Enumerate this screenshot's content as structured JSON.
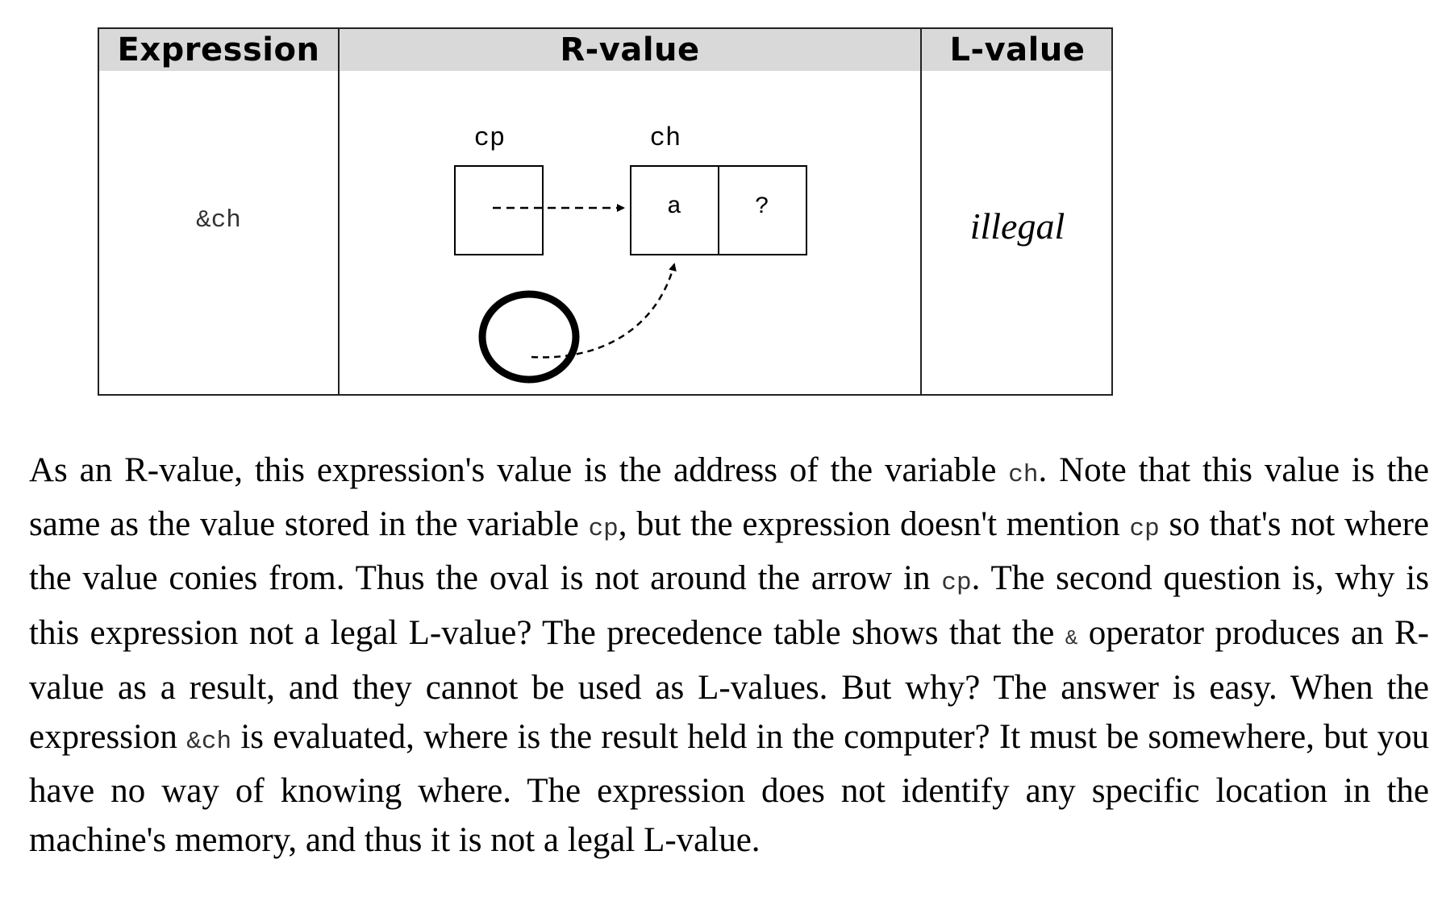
{
  "table": {
    "headers": {
      "expression": "Expression",
      "rvalue": "R-value",
      "lvalue": "L-value"
    },
    "expression": "&ch",
    "lvalue": "illegal",
    "diagram": {
      "cp_label": "cp",
      "ch_label": "ch",
      "cell_a": "a",
      "cell_q": "?"
    }
  },
  "paragraph": {
    "s1": "As an R-value, this expression's value is the address of the variable ",
    "c1": "ch",
    "s2": ". Note that this value is the same as the value stored in the variable ",
    "c2": "cp",
    "s3": ", but the expression doesn't mention ",
    "c3": "cp",
    "s4": " so that's not where the value conies from. Thus the oval is not around the arrow in ",
    "c4": "cp",
    "s5": ". The second question is, why is this expression not a legal L-value? The precedence table shows that the ",
    "c5": "&",
    "s6": " operator produces an R-value as a result, and they cannot be used as L-values. But why? The answer is easy. When the expression ",
    "c6": "&ch",
    "s7": " is evaluated, where is the result held in the computer? It must be somewhere, but you have no way of knowing where. The expression does not identify any specific location in the machine's memory, and thus it is not a legal L-value."
  }
}
